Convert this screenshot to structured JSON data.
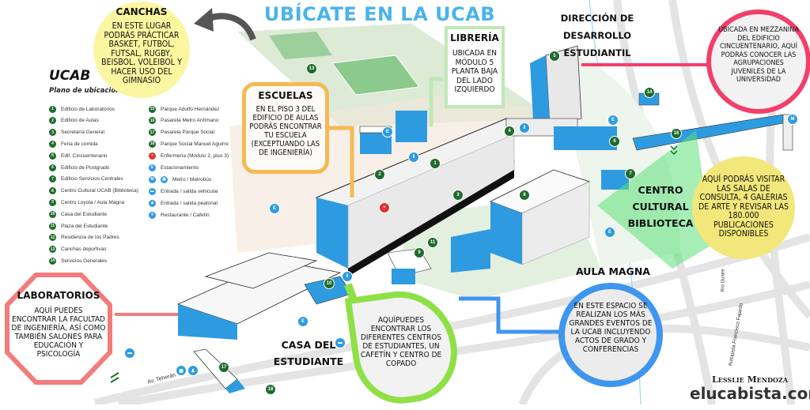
{
  "title": "UBÍCATE EN LA UCAB",
  "legend": {
    "brand": "UCAB",
    "subtitle": "Plano de ubicación",
    "numbered": [
      {
        "n": "1",
        "label": "Edificio de Laboratorios"
      },
      {
        "n": "2",
        "label": "Edificio de Aulas"
      },
      {
        "n": "3",
        "label": "Secretaría General"
      },
      {
        "n": "4",
        "label": "Feria de comida"
      },
      {
        "n": "5",
        "label": "Edif. Cincuentenario"
      },
      {
        "n": "6",
        "label": "Edificio de Postgrado"
      },
      {
        "n": "7",
        "label": "Edificio Servicios Centrales"
      },
      {
        "n": "8",
        "label": "Centro Cultural UCAB (Biblioteca)"
      },
      {
        "n": "9",
        "label": "Centro Loyola / Aula Magna"
      },
      {
        "n": "10",
        "label": "Casa del Estudiante"
      },
      {
        "n": "11",
        "label": "Plaza del Estudiante"
      },
      {
        "n": "12",
        "label": "Residencia de los Padres"
      },
      {
        "n": "13",
        "label": "Canchas deportivas"
      },
      {
        "n": "14",
        "label": "Servicios Generales"
      },
      {
        "n": "15",
        "label": "Parque Adolfo Hernández"
      },
      {
        "n": "16",
        "label": "Pasarela Metro Antímano"
      },
      {
        "n": "17",
        "label": "Pasarela Parque Social"
      },
      {
        "n": "18",
        "label": "Parque Social Manuel Aguirre"
      }
    ],
    "symbols": [
      {
        "icon": "cross-icon",
        "glyph": "+",
        "label": "Enfermería (Módulo 2, piso 3)"
      },
      {
        "icon": "parking-icon",
        "glyph": "E",
        "label": "Estacionamiento"
      },
      {
        "icon": "metro-icon",
        "glyph": "M",
        "glyph2": "▣",
        "label": "Metro / Metrobús"
      },
      {
        "icon": "car-icon",
        "glyph": "▬",
        "label": "Entrada / salida vehicular"
      },
      {
        "icon": "pedestrian-icon",
        "glyph": "♟",
        "label": "Entrada / salida peatonal"
      },
      {
        "icon": "restaurant-icon",
        "glyph": "‖",
        "label": "Restaurante / Cafetín"
      }
    ]
  },
  "callouts": {
    "canchas": {
      "heading": "CANCHAS",
      "text": "EN ESTE LUGAR PODRÁS PRÁCTICAR BASKET, FUTBOL, FUTSAL, RUGBY, BEISBOL, VOLEIBOL Y HACER USO DEL GIMNASIO",
      "color": "#fbf6a0"
    },
    "escuelas": {
      "heading": "ESCUELAS",
      "text": "EN EL PISO 3 DEL EDIFICIO DE AULAS PODRÁS ENCONTRAR TU ESCUELA (EXCEPTUANDO LAS DE INGENIERÍA)",
      "color": "#f6b955"
    },
    "libreria": {
      "heading": "LIBRERÍA",
      "text": "UBICADA EN MÓDULO 5 PLANTA BAJA DEL LADO IZQUIERDO",
      "color": "#bfe8b6"
    },
    "desarrollo": {
      "heading": "DIRECCIÓN DE DESARROLLO ESTUDIANTIL",
      "text": "UBICADA EN MEZZANINA DEL EDIFICIO CINCUENTENARIO, AQUÍ PODRÁS CONOCER LAS AGRUPACIONES JUVENILES DE LA UNIVERSIDAD",
      "color": "#f23f6a"
    },
    "biblioteca": {
      "heading": "CENTRO CULTURAL BIBLIOTECA",
      "heading_lines": [
        "CENTRO",
        "CULTURAL",
        "BIBLIOTECA"
      ],
      "text": "AQUÍ PODRÁS VISITAR LAS SALAS DE CONSULTA, 4 GALERIAS DE ARTE Y REVISAR LAS 180.000 PUBLICACIONES DISPONIBLES",
      "color": "#f2e77a"
    },
    "laboratorios": {
      "heading": "LABORATORIOS",
      "text": "AQUÍ PUEDES ENCONTRAR LA FACULTAD DE INGENIERÍA, ASÍ COMO TAMBIÉN SALONES PARA EDUCACIÓN Y PSICOLOGÍA",
      "color": "#f27c7c"
    },
    "casa": {
      "heading": "CASA DEL ESTUDIANTE",
      "heading_lines": [
        "CASA DEL",
        "ESTUDIANTE"
      ],
      "text": "AQUÍPUEDES ENCONTRAR LOS DIFERENTES CENTROS DE ESTUDIANTES, UN CAFETÍN Y CENTRO DE COPADO",
      "color": "#8fe046"
    },
    "aula": {
      "heading": "AULA MAGNA",
      "text": "EN ESTE ESPACIO SE REALIZAN LOS MÁS GRANDES EVENTOS DE LA UCAB INCLUYENDO ACTOS DE GRADO Y CONFERENCIAS",
      "color": "#3e96ee"
    }
  },
  "streets": {
    "tehran": "Av. Teherán",
    "guaire": "Río Guaire",
    "fajardo": "Autopista Francisco Fajardo"
  },
  "map_markers": [
    "1",
    "2",
    "3",
    "4",
    "5",
    "6",
    "7",
    "8",
    "9",
    "10",
    "11",
    "13",
    "14",
    "16",
    "17",
    "18"
  ],
  "credit": {
    "author": "Lesslie Mendoza",
    "site": "elucabista.com"
  },
  "colors": {
    "title": "#4ab3ec",
    "building_blue": "#2e9be0",
    "marker_green": "#1f6b2c",
    "grass": "#cfe6c8"
  }
}
